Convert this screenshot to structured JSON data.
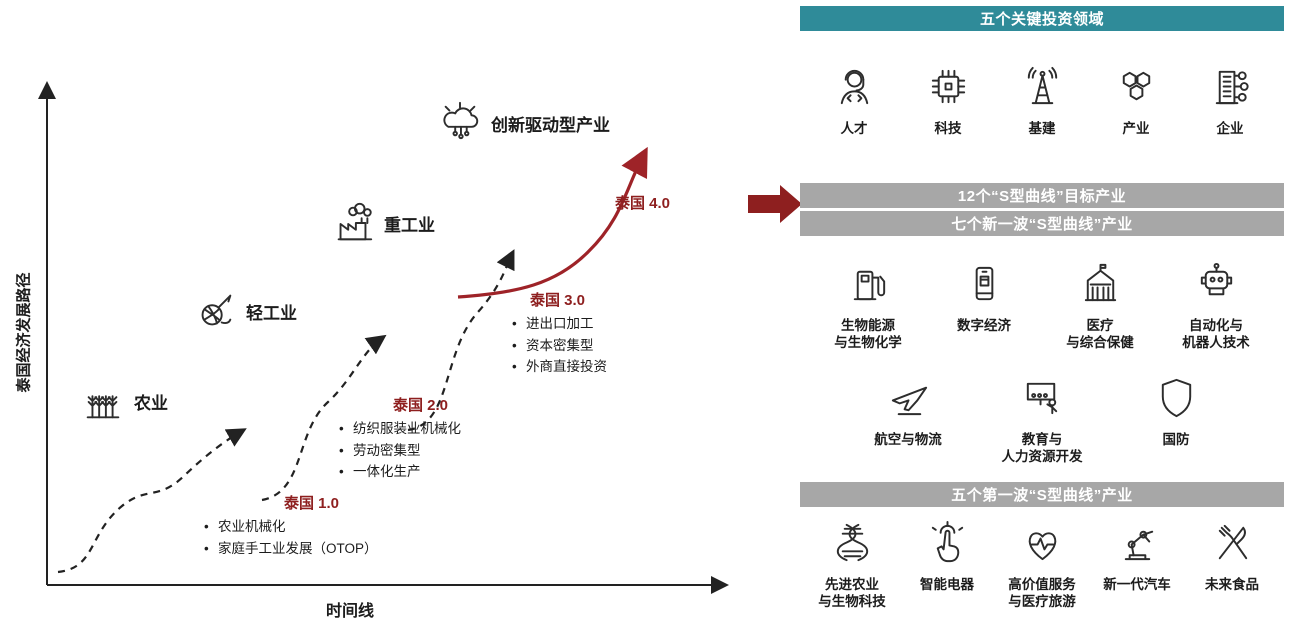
{
  "colors": {
    "teal": "#2F8B99",
    "gray": "#A7A7A7",
    "dark_red": "#8E1F1F",
    "curve_red": "#9E2328"
  },
  "left": {
    "y_axis_label": "泰国经济发展路径",
    "x_axis_label": "时间线",
    "stages": [
      {
        "label": "农业",
        "icon": "wheat-icon"
      },
      {
        "label": "轻工业",
        "icon": "yarn-icon"
      },
      {
        "label": "重工业",
        "icon": "factory-icon"
      },
      {
        "label": "创新驱动型产业",
        "icon": "innovation-cloud-icon"
      }
    ],
    "milestones": [
      {
        "title": "泰国 1.0",
        "bullets": [
          "农业机械化",
          "家庭手工业发展（OTOP）"
        ]
      },
      {
        "title": "泰国 2.0",
        "bullets": [
          "纺织服装业机械化",
          "劳动密集型",
          "一体化生产"
        ]
      },
      {
        "title": "泰国 3.0",
        "bullets": [
          "进出口加工",
          "资本密集型",
          "外商直接投资"
        ]
      },
      {
        "title": "泰国 4.0",
        "bullets": []
      }
    ]
  },
  "right": {
    "key_header": "五个关键投资领域",
    "key_areas": [
      {
        "label": "人才",
        "icon": "talent-icon"
      },
      {
        "label": "科技",
        "icon": "technology-icon"
      },
      {
        "label": "基建",
        "icon": "infrastructure-icon"
      },
      {
        "label": "产业",
        "icon": "industry-icon"
      },
      {
        "label": "企业",
        "icon": "enterprise-icon"
      }
    ],
    "target_header": "12个“S型曲线”目标产业",
    "new_wave_header": "七个新一波“S型曲线”产业",
    "new_wave": [
      {
        "label": "生物能源\n与生物化学",
        "icon": "bioenergy-icon"
      },
      {
        "label": "数字经济",
        "icon": "digital-economy-icon"
      },
      {
        "label": "医疗\n与综合保健",
        "icon": "healthcare-icon"
      },
      {
        "label": "自动化与\n机器人技术",
        "icon": "robotics-icon"
      },
      {
        "label": "航空与物流",
        "icon": "aviation-logistics-icon"
      },
      {
        "label": "教育与\n人力资源开发",
        "icon": "education-hr-icon"
      },
      {
        "label": "国防",
        "icon": "defense-icon"
      }
    ],
    "first_wave_header": "五个第一波“S型曲线”产业",
    "first_wave": [
      {
        "label": "先进农业\n与生物科技",
        "icon": "agriculture-biotech-icon"
      },
      {
        "label": "智能电器",
        "icon": "smart-appliance-icon"
      },
      {
        "label": "高价值服务\n与医疗旅游",
        "icon": "medical-tourism-icon"
      },
      {
        "label": "新一代汽车",
        "icon": "next-gen-auto-icon"
      },
      {
        "label": "未来食品",
        "icon": "future-food-icon"
      }
    ]
  }
}
